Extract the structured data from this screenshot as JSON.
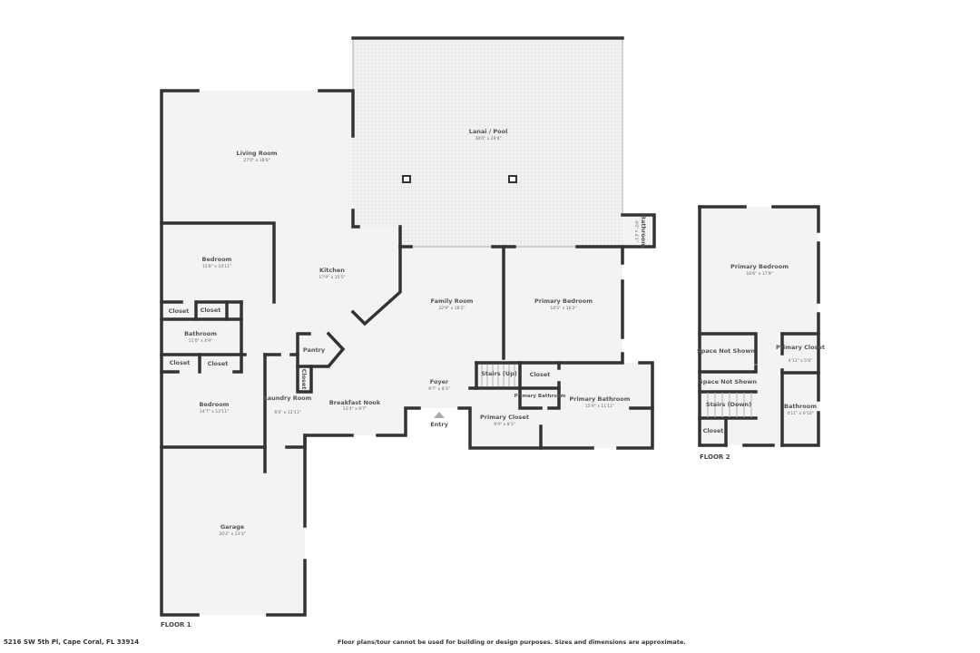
{
  "floor1": {
    "label": "FLOOR 1",
    "rooms": [
      {
        "name": "Living Room",
        "dim": "27'0\" x 18'6\""
      },
      {
        "name": "Lanai / Pool",
        "dim": "38'0\" x 29'4\""
      },
      {
        "name": "Bathroom",
        "dim": "4'0\" x 4'1\""
      },
      {
        "name": "Bedroom",
        "dim": "15'8\" x 10'11\""
      },
      {
        "name": "Kitchen",
        "dim": "17'9\" x 15'5\""
      },
      {
        "name": "Family Room",
        "dim": "22'9\" x 16'2\""
      },
      {
        "name": "Primary Bedroom",
        "dim": "16'5\" x 16'2\""
      },
      {
        "name": "Closet",
        "dim": ""
      },
      {
        "name": "Closet",
        "dim": ""
      },
      {
        "name": "Bathroom",
        "dim": "11'0\" x 4'9\""
      },
      {
        "name": "Pantry",
        "dim": ""
      },
      {
        "name": "Closet",
        "dim": ""
      },
      {
        "name": "Closet",
        "dim": ""
      },
      {
        "name": "Closet",
        "dim": ""
      },
      {
        "name": "Bedroom",
        "dim": "14'7\" x 12'11\""
      },
      {
        "name": "Laundry Room",
        "dim": "6'0\" x 12'11\""
      },
      {
        "name": "Breakfast Nook",
        "dim": "13'4\" x 9'7\""
      },
      {
        "name": "Foyer",
        "dim": "9'7\" x 8'3\""
      },
      {
        "name": "Entry",
        "dim": ""
      },
      {
        "name": "Stairs (Up)",
        "dim": ""
      },
      {
        "name": "Closet",
        "dim": ""
      },
      {
        "name": "Primary Bathroom",
        "dim": ""
      },
      {
        "name": "Primary Closet",
        "dim": "9'4\" x 8'3\""
      },
      {
        "name": "Primary Bathroom",
        "dim": "15'9\" x 11'11\""
      },
      {
        "name": "Garage",
        "dim": "20'2\" x 23'3\""
      }
    ]
  },
  "floor2": {
    "label": "FLOOR 2",
    "rooms": [
      {
        "name": "Primary Bedroom",
        "dim": "16'6\" x 17'9\""
      },
      {
        "name": "Space Not Shown",
        "dim": ""
      },
      {
        "name": "Primary Closet",
        "dim": "4'11\" x 5'6\""
      },
      {
        "name": "Space Not Shown",
        "dim": ""
      },
      {
        "name": "Stairs (Down)",
        "dim": ""
      },
      {
        "name": "Bathroom",
        "dim": "4'11\" x 9'10\""
      },
      {
        "name": "Closet",
        "dim": ""
      }
    ]
  },
  "footer": {
    "address": "5216 SW 5th Pl, Cape Coral, FL 33914",
    "disclaimer": "Floor plans/tour cannot be used for building or design purposes. Sizes and dimensions are approximate."
  },
  "colors": {
    "wall": "#333333",
    "floor": "#f3f3f3",
    "background": "#ffffff"
  }
}
